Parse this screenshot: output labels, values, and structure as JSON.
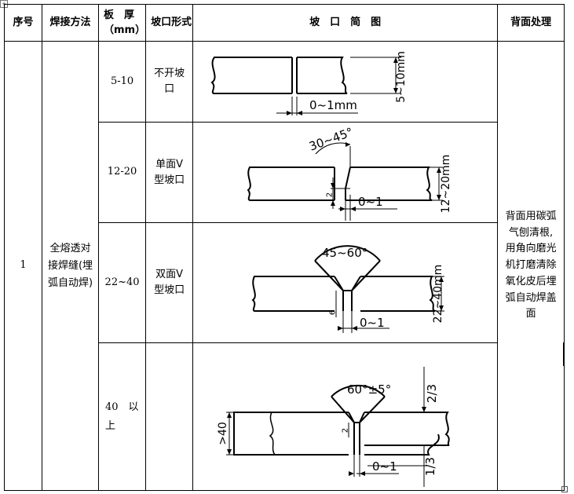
{
  "headers": {
    "seq": "序号",
    "method": "焊接方法",
    "thickness": "板　厚",
    "thickness_unit": "（mm）",
    "groove_form": "坡口形式",
    "diagram": "坡　口　简　图",
    "back_treatment": "背面处理"
  },
  "row": {
    "seq": "1",
    "method": "全熔透对接焊缝(埋弧自动焊)",
    "back_treatment": "背面用碳弧气刨清根,用角向磨光机打磨清除氧化皮后埋弧自动焊盖面"
  },
  "sub_rows": [
    {
      "thickness": "5-10",
      "groove": "不开坡口",
      "labels": {
        "thick": "5~10mm",
        "gap": "0~1mm"
      }
    },
    {
      "thickness": "12-20",
      "groove": "单面V型坡口",
      "labels": {
        "angle": "30~45°",
        "root": "2",
        "gap": "0~1",
        "thick": "12~20mm"
      }
    },
    {
      "thickness": "22~40",
      "groove": "双面V型坡口",
      "labels": {
        "angle": "45~60°",
        "root": "6",
        "gap": "0~1",
        "thick": "22~40mm"
      }
    },
    {
      "thickness": "40　以上",
      "groove": "",
      "labels": {
        "angle": "60°±5°",
        "top": "2/3",
        "root": "2",
        "gap": "0~1",
        "bottom": "1/3",
        "thick": ">40"
      }
    }
  ]
}
